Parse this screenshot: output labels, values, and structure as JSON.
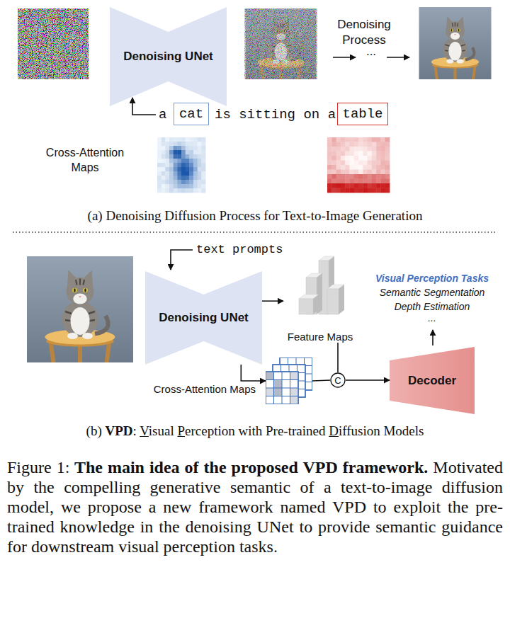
{
  "diagram": {
    "caption": "Figure 1: The main idea of the proposed VPD framework. Motivated by the compelling generative semantic of a text-to-image diffusion model, we propose a new framework named VPD to exploit the pre-trained knowledge in the denoising UNet to provide semantic guidance for downstream visual perception tasks.",
    "nodes": [
      {
        "text": [
          "Denoising UNet"
        ]
      },
      {
        "text": [
          "cat"
        ]
      },
      {
        "text": [
          "table"
        ]
      },
      {
        "text": [
          "Denoising UNet"
        ]
      },
      {
        "text": [
          "Feature Maps"
        ]
      },
      {
        "text": [
          "Cross-Attention Maps"
        ]
      },
      {
        "text": [
          "C"
        ]
      },
      {
        "text": [
          "Decoder"
        ]
      }
    ],
    "edges": [
      {
        "from": 3,
        "to": 4,
        "arrow": "to"
      },
      {
        "from": 3,
        "to": 5,
        "arrow": "to"
      },
      {
        "from": 4,
        "to": 6,
        "arrow": "none"
      },
      {
        "from": 5,
        "to": 6,
        "arrow": "none"
      },
      {
        "from": 6,
        "to": 7,
        "arrow": "to"
      }
    ],
    "labels": [
      "Denoising Process",
      "...",
      "a",
      "is sitting on a",
      "Cross-Attention Maps",
      "(a) Denoising Diffusion Process for Text-to-Image Generation",
      "text prompts",
      "Visual Perception Tasks",
      "Semantic Segmentation",
      "Depth Estimation",
      "...",
      "(b) VPD: Visual Perception with Pre-trained Diffusion Models"
    ]
  }
}
